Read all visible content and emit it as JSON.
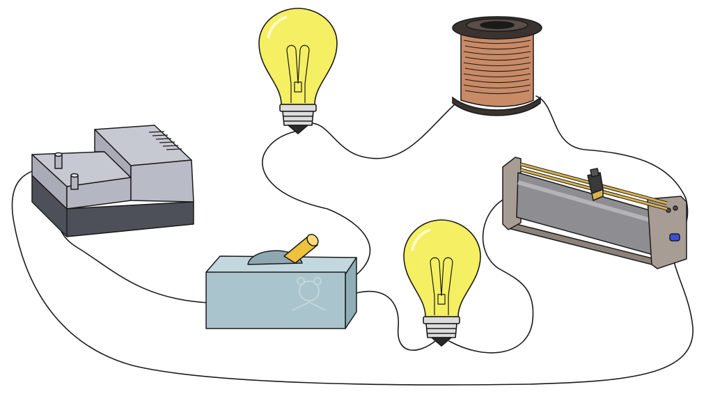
{
  "diagram": {
    "components": [
      {
        "id": "power-supply",
        "kind": "dc power supply"
      },
      {
        "id": "switch",
        "kind": "knife switch box"
      },
      {
        "id": "bulb-top",
        "kind": "incandescent bulb"
      },
      {
        "id": "bulb-bottom",
        "kind": "incandescent bulb"
      },
      {
        "id": "coil",
        "kind": "wire coil / inductor"
      },
      {
        "id": "rheostat",
        "kind": "sliding rheostat"
      }
    ],
    "colors": {
      "outline": "#1a1a1a",
      "wire": "#1a1a1a",
      "bulb_glass": "#f5ef63",
      "bulb_base": "#dcdcdc",
      "supply_top": "#b9bcc6",
      "supply_bottom": "#4d5059",
      "switch_box": "#a9c4cc",
      "switch_handle": "#f0c23b",
      "coil_copper": "#c98a66",
      "coil_flange": "#3a3330",
      "rheostat_frame": "#a89d95",
      "rheostat_drum": "#8e8e92",
      "rheostat_rail": "#d9b24a",
      "terminal_blue": "#3c4fd6"
    }
  }
}
